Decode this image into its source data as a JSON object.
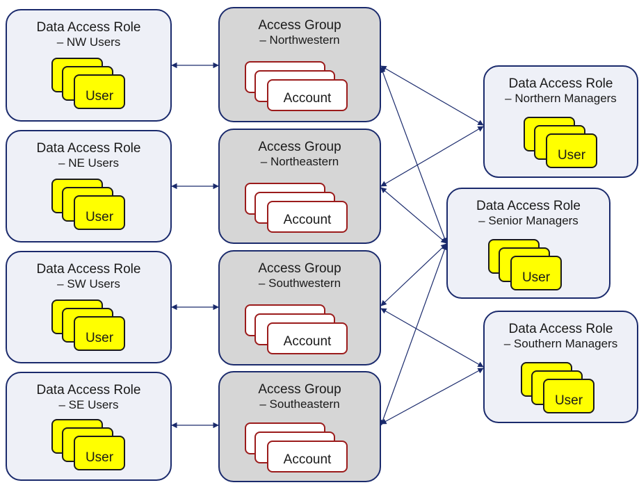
{
  "user_label": "User",
  "account_label": "Account",
  "colors": {
    "line": "#1a2a6c",
    "role_fill": "#eef0f7",
    "group_fill": "#d6d6d6",
    "user_fill": "#ffff00",
    "account_border": "#9b1b1b"
  },
  "left_roles": [
    {
      "title": "Data Access Role",
      "subtitle": "– NW Users"
    },
    {
      "title": "Data Access Role",
      "subtitle": "– NE Users"
    },
    {
      "title": "Data Access Role",
      "subtitle": "– SW Users"
    },
    {
      "title": "Data Access Role",
      "subtitle": "– SE Users"
    }
  ],
  "access_groups": [
    {
      "title": "Access Group",
      "subtitle": "– Northwestern"
    },
    {
      "title": "Access Group",
      "subtitle": "– Northeastern"
    },
    {
      "title": "Access Group",
      "subtitle": "– Southwestern"
    },
    {
      "title": "Access Group",
      "subtitle": "– Southeastern"
    }
  ],
  "right_roles": [
    {
      "title": "Data Access Role",
      "subtitle": "– Northern Managers"
    },
    {
      "title": "Data Access Role",
      "subtitle": "– Senior Managers"
    },
    {
      "title": "Data Access Role",
      "subtitle": "– Southern Managers"
    }
  ],
  "connections": [
    [
      "left_role_0",
      "access_group_0"
    ],
    [
      "left_role_1",
      "access_group_1"
    ],
    [
      "left_role_2",
      "access_group_2"
    ],
    [
      "left_role_3",
      "access_group_3"
    ],
    [
      "access_group_0",
      "right_role_0"
    ],
    [
      "access_group_1",
      "right_role_0"
    ],
    [
      "access_group_0",
      "right_role_1"
    ],
    [
      "access_group_1",
      "right_role_1"
    ],
    [
      "access_group_2",
      "right_role_1"
    ],
    [
      "access_group_3",
      "right_role_1"
    ],
    [
      "access_group_2",
      "right_role_2"
    ],
    [
      "access_group_3",
      "right_role_2"
    ]
  ]
}
